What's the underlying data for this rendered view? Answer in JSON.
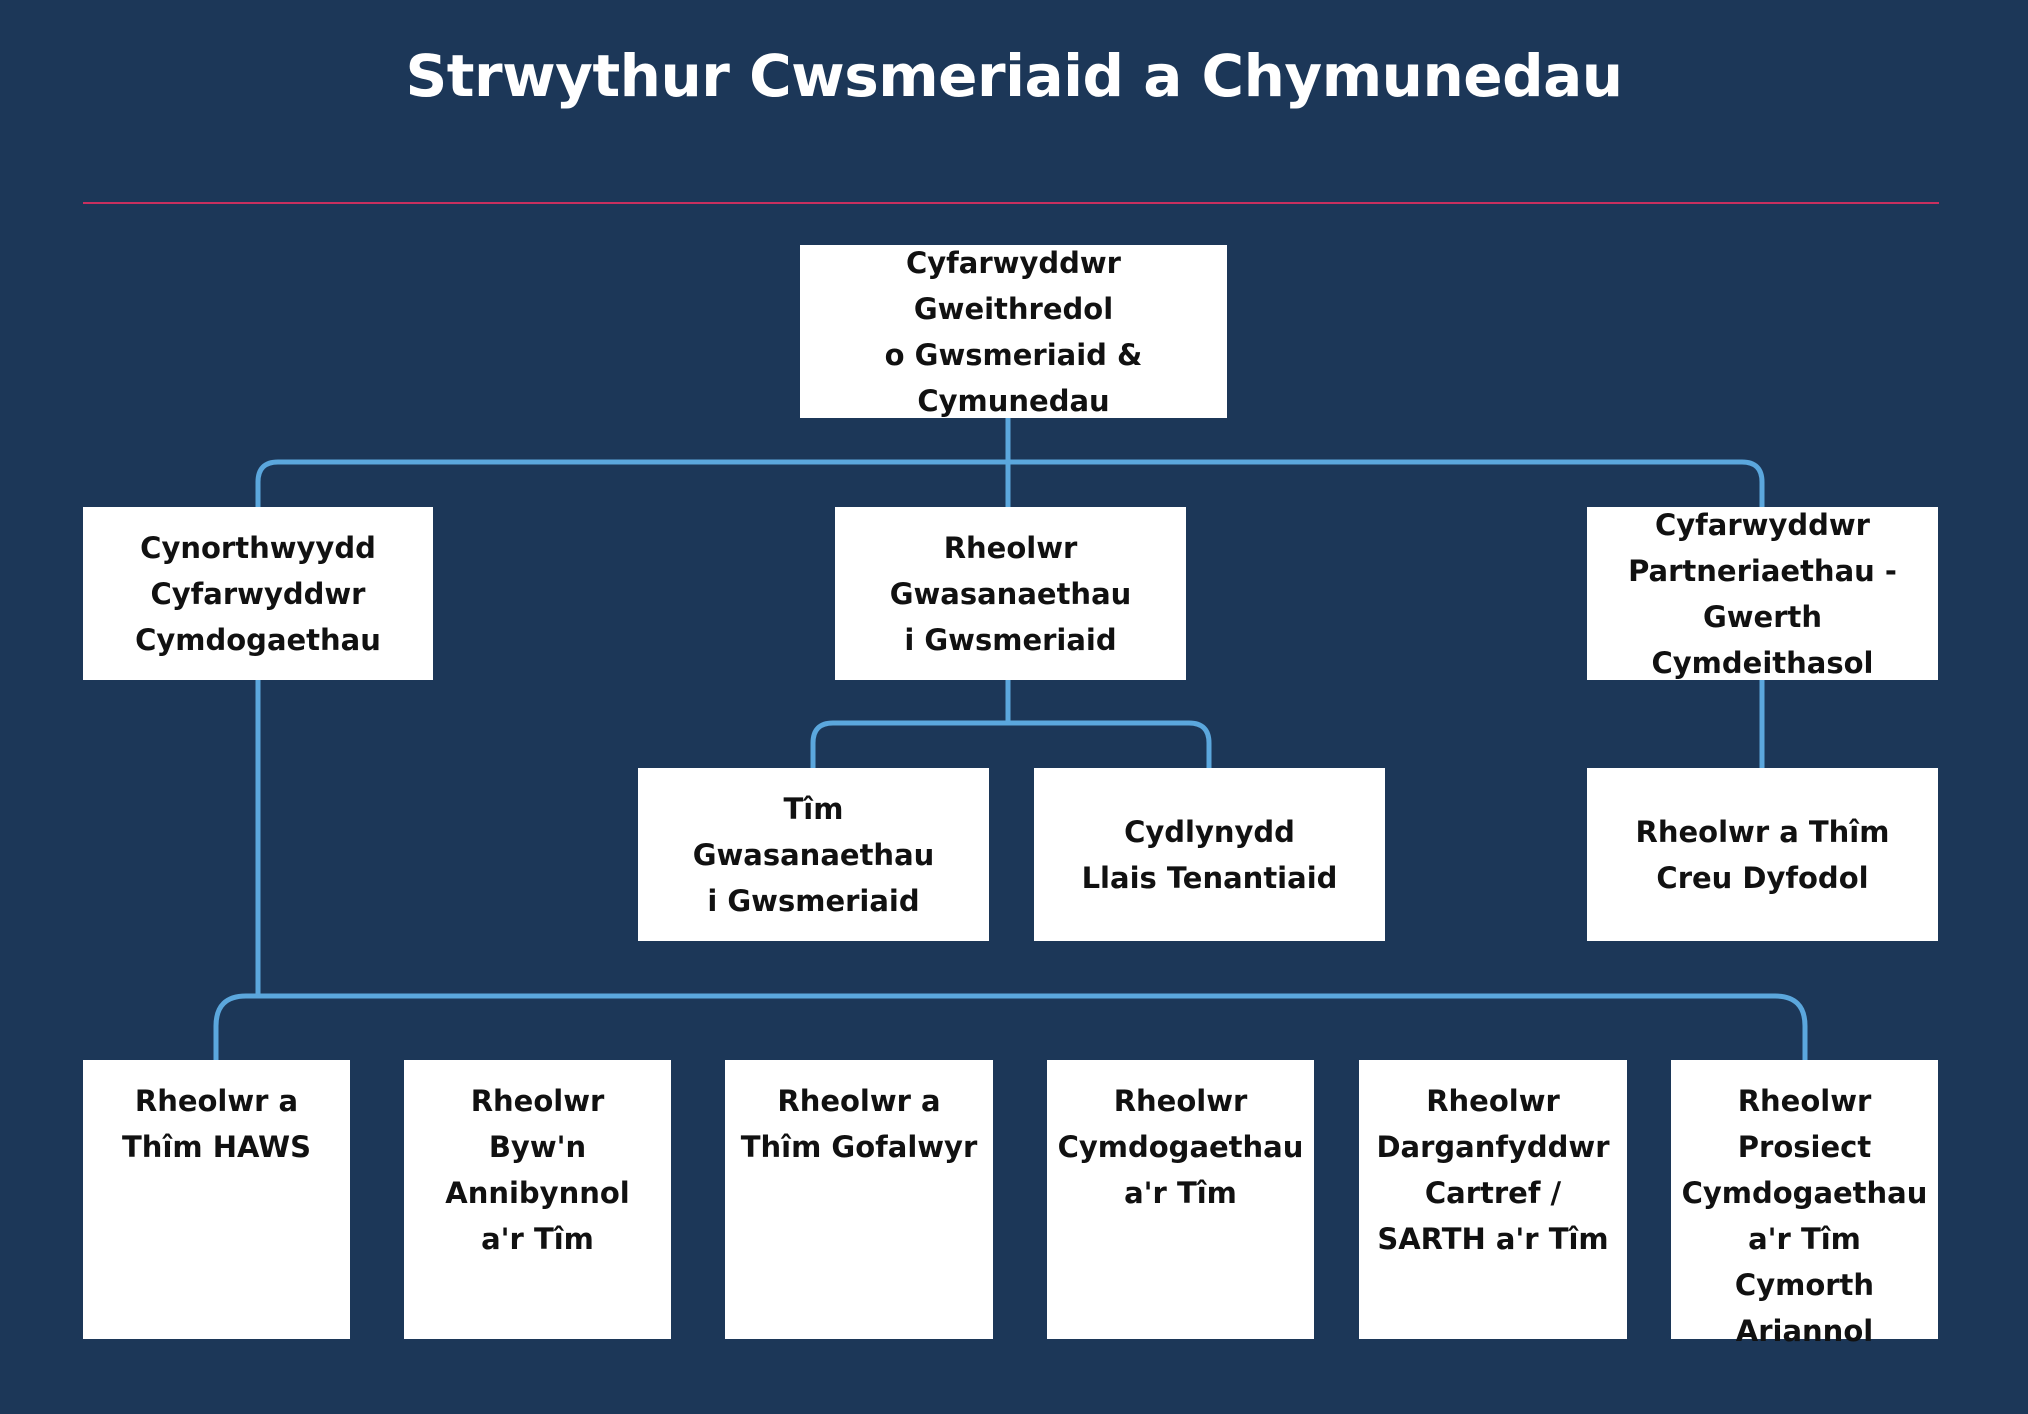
{
  "title": "Strwythur Cwsmeriaid a Chymunedau",
  "colors": {
    "background": "#1c3758",
    "divider": "#c8305f",
    "connector": "#5ba7dd",
    "box": "#ffffff"
  },
  "nodes": {
    "director": "Cyfarwyddwr Gweithredol\no Gwsmeriaid &\nCymunedau",
    "assistant_director": "Cynorthwyydd\nCyfarwyddwr\nCymdogaethau",
    "customer_services_manager": "Rheolwr\nGwasanaethau\ni Gwsmeriaid",
    "partnerships_director": "Cyfarwyddwr\nPartneriaethau -\nGwerth Cymdeithasol",
    "customer_services_team": "Tîm\nGwasanaethau\ni Gwsmeriaid",
    "tenant_voice_coordinator": "Cydlynydd\nLlais Tenantiaid",
    "create_future_team": "Rheolwr a Thîm\nCreu Dyfodol",
    "haws_team": "Rheolwr a\nThîm HAWS",
    "independent_living": "Rheolwr\nByw'n\nAnnibynnol\na'r Tîm",
    "caretakers_team": "Rheolwr a\nThîm Gofalwyr",
    "neighbourhoods_team": "Rheolwr\nCymdogaethau\na'r Tîm",
    "home_finder_team": "Rheolwr\nDarganfyddwr\nCartref /\nSARTH a'r Tîm",
    "neighbourhood_projects": "Rheolwr\nProsiect\nCymdogaethau\na'r Tîm Cymorth\nAriannol"
  }
}
